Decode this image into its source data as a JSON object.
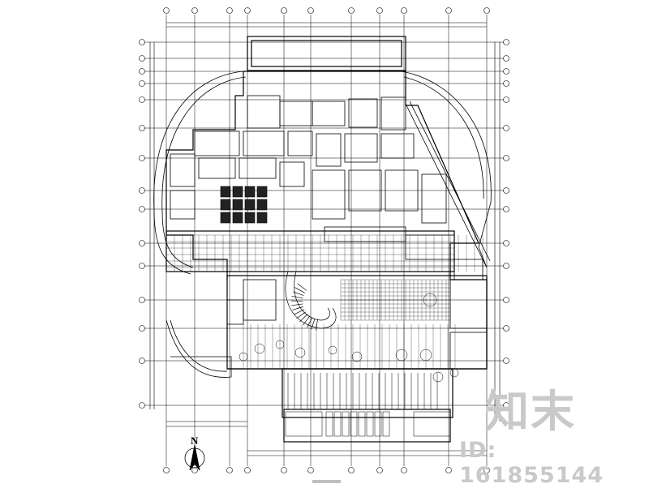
{
  "drawing": {
    "title": "floor plan",
    "north_label": "N",
    "watermark_brand": "知末",
    "watermark_id": "ID: 161855144"
  },
  "colors": {
    "line": "#000000",
    "grid": "#000000",
    "hatch": "#222222",
    "watermark": "#c9c9c9"
  }
}
